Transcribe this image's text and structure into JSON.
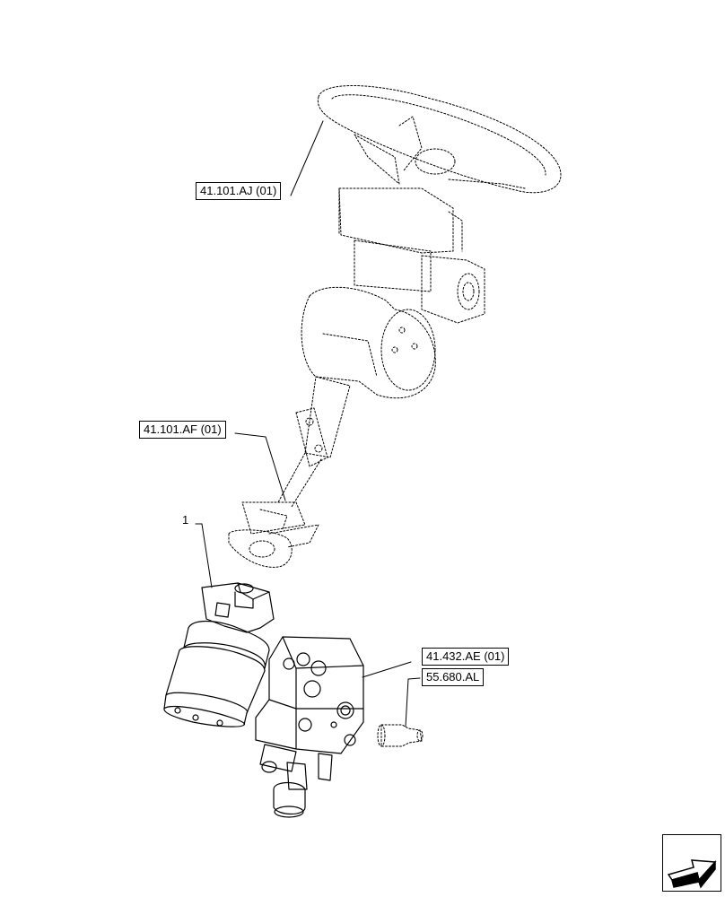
{
  "callouts": {
    "steering_wheel": "41.101.AJ (01)",
    "steering_shaft": "41.101.AF (01)",
    "valve_block": "41.432.AE (01)",
    "sensor": "55.680.AL"
  },
  "item_number": "1",
  "nav_icon": "next-page-arrow-icon"
}
